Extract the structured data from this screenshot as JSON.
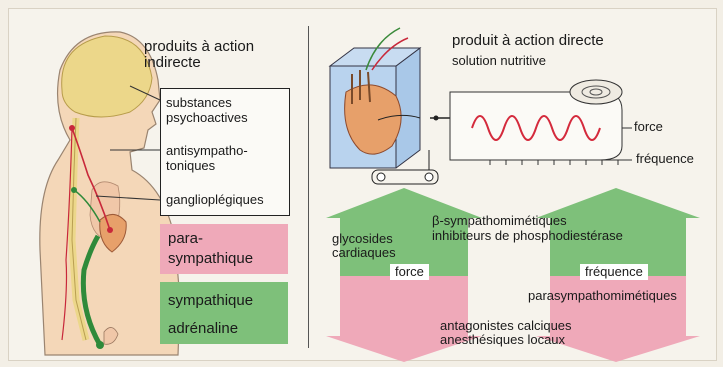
{
  "left": {
    "title": [
      "produits à action",
      "indirecte"
    ],
    "labels": [
      [
        "substances",
        "psychoactives"
      ],
      [
        "antisympatho-",
        "toniques"
      ],
      [
        "ganglioplégiques"
      ]
    ],
    "para_lines": [
      "para-",
      "sympathique"
    ],
    "symp_lines": [
      "sympathique",
      "adrénaline"
    ]
  },
  "right": {
    "title": "produit à action directe",
    "solution": "solution nutritive",
    "force_axis": "force",
    "freq_axis": "fréquence",
    "glycosides": [
      "glycosides",
      "cardiaques"
    ],
    "beta": [
      "β-sympathomimétiques",
      "inhibiteurs de phosphodiestérase"
    ],
    "force_chip": "force",
    "freq_chip": "fréquence",
    "parasymp": "parasympathomimétiques",
    "antag": [
      "antagonistes calciques",
      "anesthésiques locaux"
    ]
  },
  "colors": {
    "pink": "#efa9b9",
    "green": "#7ec07a",
    "nerve_red": "#c8283a",
    "nerve_green": "#2f8a3a",
    "head_yellow": "#ecd78a",
    "body_skin": "#f4d7b8",
    "heart": "#e7a06a",
    "water": "#a9c8e8",
    "wave": "#d42a3c"
  }
}
